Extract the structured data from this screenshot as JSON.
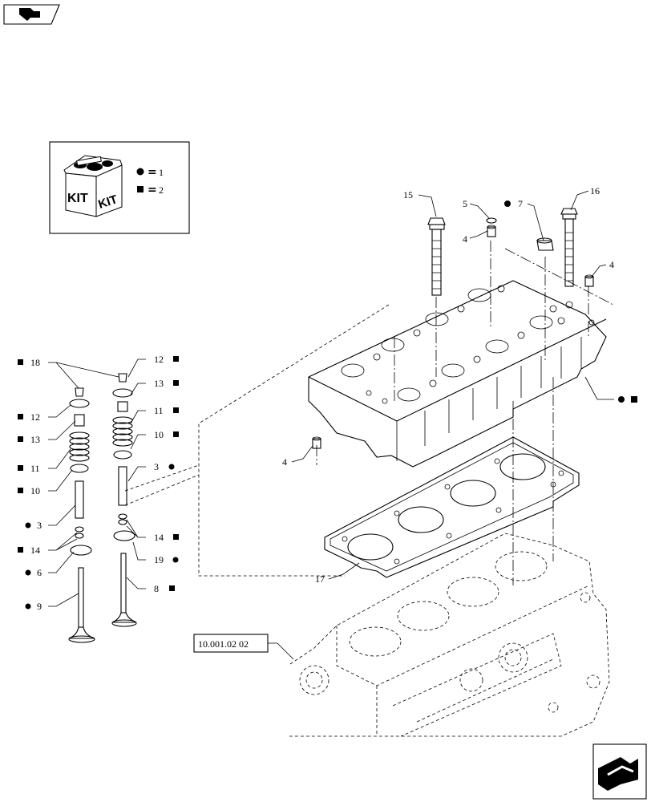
{
  "legend": {
    "kit_left_text": "KIT",
    "kit_right_text": "KIT",
    "rows": [
      {
        "symbol": "circle",
        "value": "1"
      },
      {
        "symbol": "square",
        "value": "2"
      }
    ]
  },
  "callouts": {
    "c15": "15",
    "c5": "5",
    "c4a": "4",
    "c7": "7",
    "c16": "16",
    "c4b": "4",
    "c4c": "4",
    "c17": "17",
    "c18": "18",
    "c12l": "12",
    "c13l": "13",
    "c11l": "11",
    "c10l": "10",
    "c3l": "3",
    "c14l": "14",
    "c6": "6",
    "c9": "9",
    "c12r": "12",
    "c13r": "13",
    "c11r": "11",
    "c10r": "10",
    "c3r": "3",
    "c14r": "14",
    "c19": "19",
    "c8": "8"
  },
  "reference_box": "10.001.02 02",
  "icons": {
    "top_left": "back-arrow-icon",
    "bottom_right": "next-arrow-icon"
  }
}
